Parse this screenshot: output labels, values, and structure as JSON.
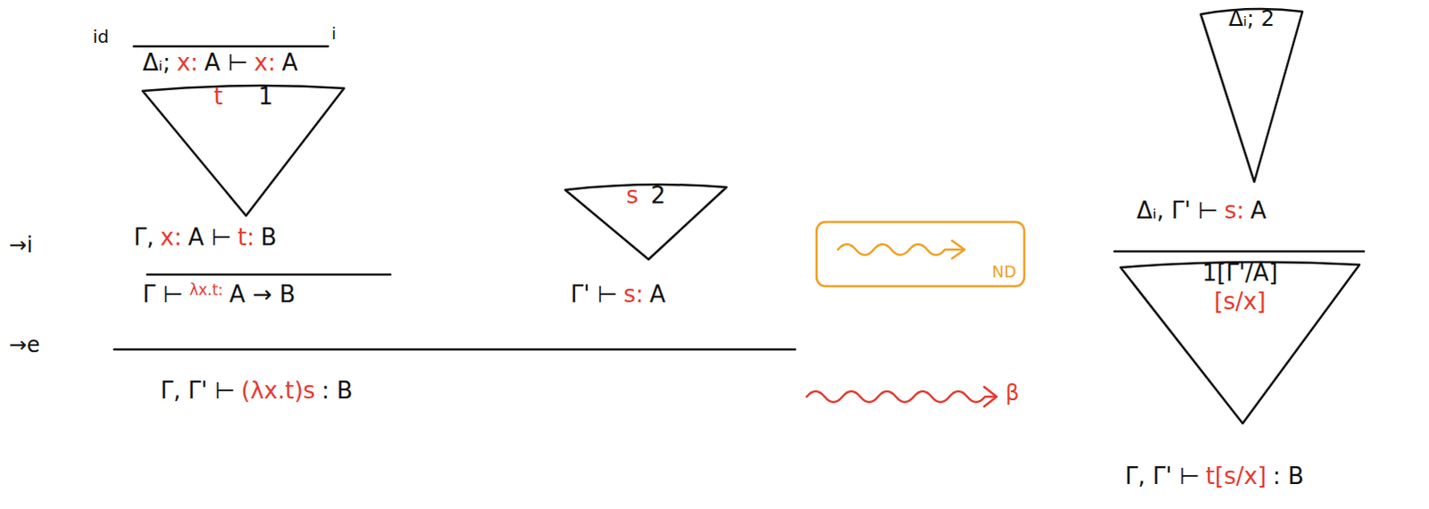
{
  "diagram": {
    "nodes": [
      {
        "text": [
          "t",
          "1"
        ]
      },
      {
        "text": [
          "s",
          "2"
        ]
      },
      {
        "text": [
          "ND"
        ]
      },
      {
        "text": [
          "Δᵢ; 2"
        ]
      },
      {
        "text": [
          "1[Γ'/A]",
          "[s/x]"
        ]
      }
    ],
    "labels": [
      "id",
      "i",
      "Δᵢ;",
      "x:",
      "A ⊢",
      "x:",
      "A",
      "Γ,",
      "x:",
      "A ⊢",
      "t:",
      "B",
      "→i",
      "Γ ⊢",
      "λx.t:",
      "A → B",
      "Γ' ⊢",
      "s:",
      "A",
      "→e",
      "Γ, Γ' ⊢",
      "(λx.t)s",
      ": B",
      "β",
      "Δᵢ, Γ' ⊢",
      "s:",
      "A",
      "Γ, Γ' ⊢",
      "t[s/x]",
      ": B"
    ]
  }
}
